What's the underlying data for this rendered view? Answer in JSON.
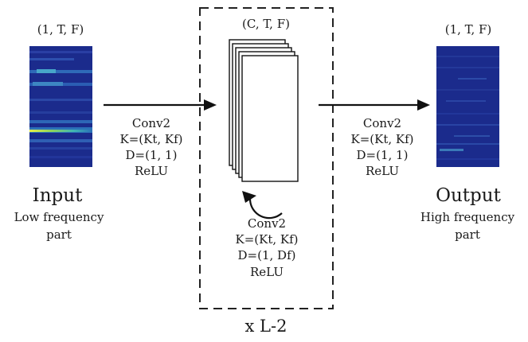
{
  "input": {
    "shape": "(1, T, F)",
    "title": "Input",
    "desc_line1": "Low frequency",
    "desc_line2": "part"
  },
  "first_op": {
    "name": "Conv2",
    "kernel": "K=(Kt, Kf)",
    "dilation": "D=(1, 1)",
    "activation": "ReLU"
  },
  "middle_block": {
    "shape": "(C, T, F)",
    "op_name": "Conv2",
    "kernel": "K=(Kt, Kf)",
    "dilation": "D=(1, Df)",
    "activation": "ReLU",
    "repeat": "x L-2"
  },
  "last_op": {
    "name": "Conv2",
    "kernel": "K=(Kt, Kf)",
    "dilation": "D=(1, 1)",
    "activation": "ReLU"
  },
  "output": {
    "shape": "(1, T, F)",
    "title": "Output",
    "desc_line1": "High frequency",
    "desc_line2": "part"
  },
  "colors": {
    "spectrogram_background": "#1b2b8c",
    "line": "#111111",
    "box_border": "#222222"
  }
}
